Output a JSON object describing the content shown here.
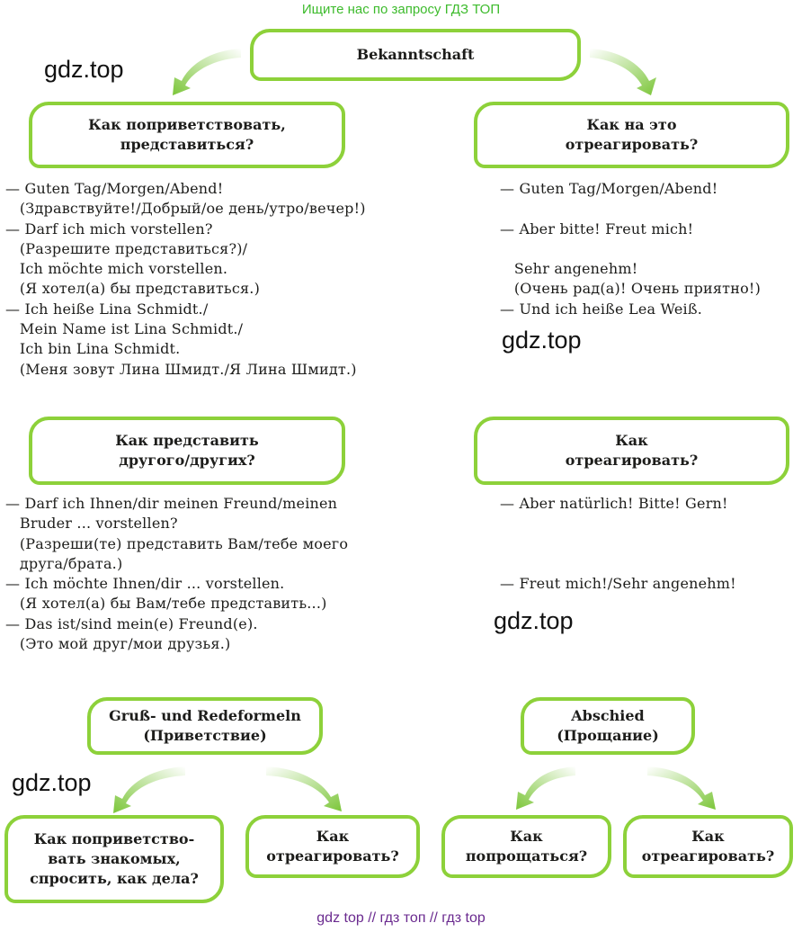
{
  "banner": "Ищите нас по запросу ГДЗ ТОП",
  "footer": "gdz top  //  гдз топ  //  гдз top",
  "watermark": "gdz.top",
  "accent_color": "#8dd13a",
  "boxes": {
    "bekanntschaft": "Bekanntschaft",
    "greet_introduce": "Как поприветствовать,\nпредставиться?",
    "react_1": "Как на это\nотреагировать?",
    "introduce_other": "Как представить\nдругого/других?",
    "react_2": "Как\nотреагировать?",
    "gruss": "Gruß- und Redeformeln\n(Приветствие)",
    "abschied": "Abschied\n(Прощание)",
    "greet_acquaint": "Как поприветство-\nвать знакомых,\nспросить, как дела?",
    "react_3": "Как\nотреагировать?",
    "say_goodbye": "Как\nпопрощаться?",
    "react_4": "Как\nотреагировать?"
  },
  "phrases": {
    "block1": [
      "— Guten Tag/Morgen/Abend!",
      "   (Здравствуйте!/Добрый/ое день/утро/вечер!)",
      "— Darf ich mich vorstellen?",
      "   (Разрешите представиться?)/",
      "   Ich möchte mich vorstellen.",
      "   (Я хотел(а) бы представиться.)",
      "— Ich heiße Lina Schmidt./",
      "   Mein Name ist Lina Schmidt./",
      "   Ich bin Lina Schmidt.",
      "   (Меня зовут Лина Шмидт./Я Лина Шмидт.)"
    ],
    "block2": [
      "— Guten Tag/Morgen/Abend!",
      "",
      "— Aber bitte! Freut mich!",
      "",
      "   Sehr angenehm!",
      "   (Очень рад(а)! Очень приятно!)",
      "— Und ich heiße Lea Weiß."
    ],
    "block3": [
      "— Darf ich Ihnen/dir meinen Freund/meinen",
      "   Bruder ... vorstellen?",
      "   (Разреши(те) представить Вам/тебе моего",
      "   друга/брата.)",
      "— Ich möchte Ihnen/dir ... vorstellen.",
      "   (Я хотел(а) бы Вам/тебе представить...)",
      "— Das ist/sind mein(e) Freund(e).",
      "   (Это мой друг/мои друзья.)"
    ],
    "block4": [
      "— Aber natürlich! Bitte! Gern!",
      "",
      "",
      "",
      "— Freut mich!/Sehr angenehm!"
    ]
  }
}
